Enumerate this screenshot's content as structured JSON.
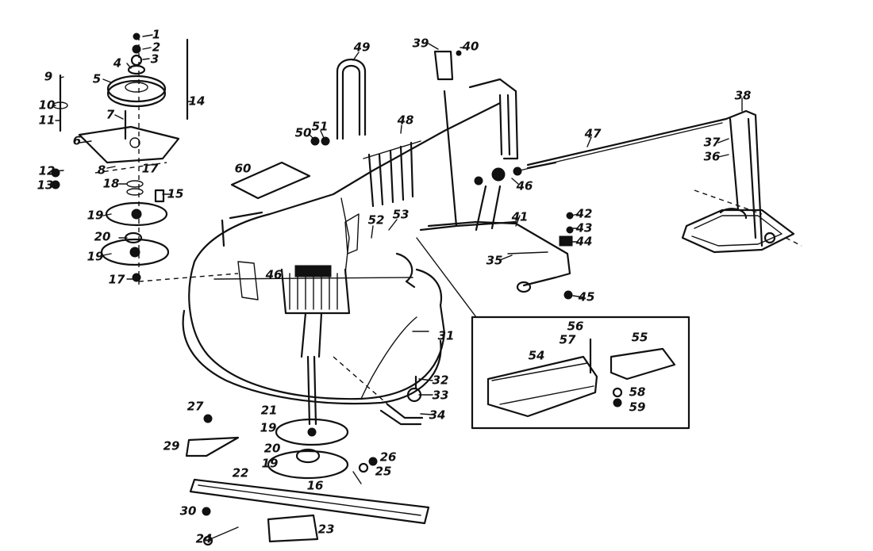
{
  "diagram": {
    "callouts": {
      "p1": "1",
      "p2": "2",
      "p3": "3",
      "p4": "4",
      "p5": "5",
      "p6": "6",
      "p7": "7",
      "p8": "8",
      "p9": "9",
      "p10": "10",
      "p11": "11",
      "p12": "12",
      "p13": "13",
      "p14": "14",
      "p15": "15",
      "p16": "16",
      "p17a": "17",
      "p17b": "17",
      "p18": "18",
      "p19a": "19",
      "p19b": "19",
      "p19c": "19",
      "p19d": "19",
      "p20a": "20",
      "p20b": "20",
      "p21": "21",
      "p22": "22",
      "p23": "23",
      "p24": "24",
      "p25": "25",
      "p26": "26",
      "p27": "27",
      "p29": "29",
      "p30": "30",
      "p31": "31",
      "p32": "32",
      "p33": "33",
      "p34": "34",
      "p35": "35",
      "p36": "36",
      "p37": "37",
      "p38": "38",
      "p39": "39",
      "p40": "40",
      "p41": "41",
      "p42": "42",
      "p43": "43",
      "p44": "44",
      "p45": "45",
      "p46a": "46",
      "p46b": "46",
      "p47": "47",
      "p48": "48",
      "p49": "49",
      "p50": "50",
      "p51": "51",
      "p52": "52",
      "p53": "53",
      "p54": "54",
      "p55": "55",
      "p56": "56",
      "p57": "57",
      "p58": "58",
      "p59": "59",
      "p60": "60"
    }
  }
}
